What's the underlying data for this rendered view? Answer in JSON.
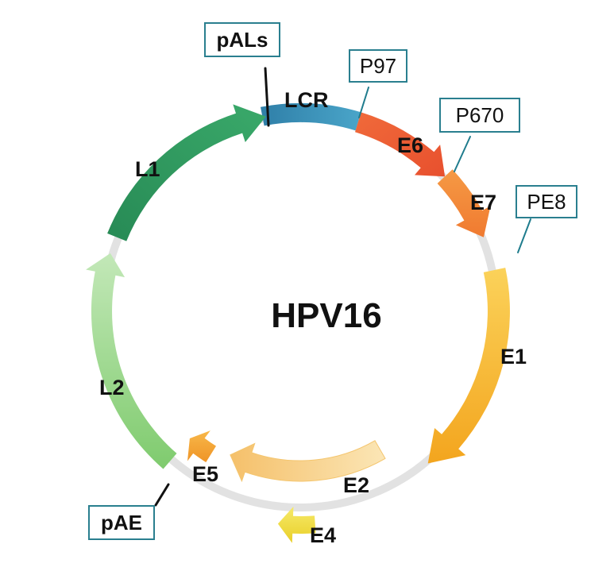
{
  "title": "HPV16",
  "colors": {
    "backbone": "#dcdcdc",
    "promoter_box_border": "#2a7f8f"
  },
  "segments": [
    {
      "label": "LCR",
      "color": "#3a8fb7",
      "arrow": false
    },
    {
      "label": "E6",
      "color": "#ef5a3a",
      "arrow": true,
      "direction": "cw"
    },
    {
      "label": "E7",
      "color": "#f48a3a",
      "arrow": true,
      "direction": "cw"
    },
    {
      "label": "E1",
      "color": "#f7b92e",
      "arrow": true,
      "direction": "cw"
    },
    {
      "label": "E2",
      "color": "#f9d89a",
      "arrow": true,
      "direction": "ccw"
    },
    {
      "label": "E4",
      "color": "#f2e14a",
      "arrow": true,
      "direction": "ccw"
    },
    {
      "label": "E5",
      "color": "#f5a734",
      "arrow": true,
      "direction": "ccw"
    },
    {
      "label": "L2",
      "color": "#8fd184",
      "arrow": true,
      "direction": "cw"
    },
    {
      "label": "L1",
      "color": "#2e9a5f",
      "arrow": true,
      "direction": "cw"
    }
  ],
  "promoters": [
    {
      "label": "pALs",
      "bold": true,
      "line": "black"
    },
    {
      "label": "P97",
      "bold": false,
      "line": "teal"
    },
    {
      "label": "P670",
      "bold": false,
      "line": "teal"
    },
    {
      "label": "PE8",
      "bold": false,
      "line": "teal"
    },
    {
      "label": "pAE",
      "bold": true,
      "line": "black"
    }
  ]
}
